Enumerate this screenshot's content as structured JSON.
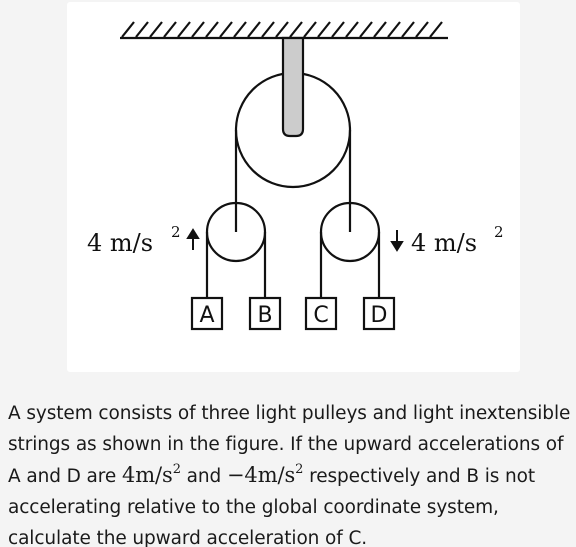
{
  "figure": {
    "acc_left": "4 m/s",
    "acc_right": "4 m/s",
    "acc_exp": "2",
    "blocks": [
      "A",
      "B",
      "C",
      "D"
    ]
  },
  "question": {
    "line1": "A system consists of three light pulleys and light inextensible",
    "line2": "strings as shown in the figure. If the upward accelerations of",
    "line3_pre": "A and D are ",
    "line3_math1": "4m/s",
    "line3_mid": " and ",
    "line3_math2": "−4m/s",
    "line3_exp": "2",
    "line3_post": " respectively and B is not",
    "line4": "accelerating relative to the global coordinate system,",
    "line5": "calculate the upward acceleration of C."
  },
  "colors": {
    "page_background": "#f4f4f4",
    "figure_background": "#ffffff",
    "support_rod": "#cccccc",
    "ink": "#111111"
  }
}
